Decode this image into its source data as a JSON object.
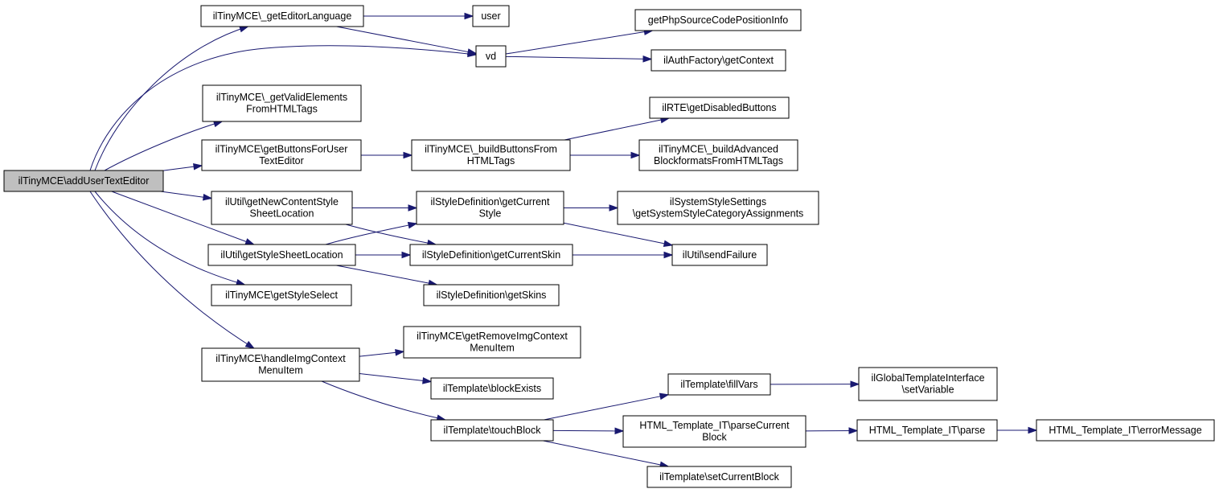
{
  "nodes": [
    {
      "id": "root",
      "lines": [
        "ilTinyMCE\\addUserTextEditor"
      ],
      "root": true
    },
    {
      "id": "getEditorLanguage",
      "lines": [
        "ilTinyMCE\\_getEditorLanguage"
      ]
    },
    {
      "id": "user",
      "lines": [
        "user"
      ]
    },
    {
      "id": "vd",
      "lines": [
        "vd"
      ]
    },
    {
      "id": "getPhpSourceCodePositionInfo",
      "lines": [
        "getPhpSourceCodePositionInfo"
      ]
    },
    {
      "id": "getContext",
      "lines": [
        "ilAuthFactory\\getContext"
      ]
    },
    {
      "id": "getValidElements",
      "lines": [
        "ilTinyMCE\\_getValidElements",
        "FromHTMLTags"
      ]
    },
    {
      "id": "getDisabledButtons",
      "lines": [
        "ilRTE\\getDisabledButtons"
      ]
    },
    {
      "id": "getButtonsForUser",
      "lines": [
        "ilTinyMCE\\getButtonsForUser",
        "TextEditor"
      ]
    },
    {
      "id": "buildButtons",
      "lines": [
        "ilTinyMCE\\_buildButtonsFrom",
        "HTMLTags"
      ]
    },
    {
      "id": "buildAdvanced",
      "lines": [
        "ilTinyMCE\\_buildAdvanced",
        "BlockformatsFromHTMLTags"
      ]
    },
    {
      "id": "getNewContentStyle",
      "lines": [
        "ilUtil\\getNewContentStyle",
        "SheetLocation"
      ]
    },
    {
      "id": "getCurrentStyle",
      "lines": [
        "ilStyleDefinition\\getCurrent",
        "Style"
      ]
    },
    {
      "id": "getSystemStyleCat",
      "lines": [
        "ilSystemStyleSettings",
        "\\getSystemStyleCategoryAssignments"
      ]
    },
    {
      "id": "getStyleSheetLocation",
      "lines": [
        "ilUtil\\getStyleSheetLocation"
      ]
    },
    {
      "id": "getCurrentSkin",
      "lines": [
        "ilStyleDefinition\\getCurrentSkin"
      ]
    },
    {
      "id": "sendFailure",
      "lines": [
        "ilUtil\\sendFailure"
      ]
    },
    {
      "id": "getStyleSelect",
      "lines": [
        "ilTinyMCE\\getStyleSelect"
      ]
    },
    {
      "id": "getSkins",
      "lines": [
        "ilStyleDefinition\\getSkins"
      ]
    },
    {
      "id": "getRemoveImg",
      "lines": [
        "ilTinyMCE\\getRemoveImgContext",
        "MenuItem"
      ]
    },
    {
      "id": "handleImg",
      "lines": [
        "ilTinyMCE\\handleImgContext",
        "MenuItem"
      ]
    },
    {
      "id": "blockExists",
      "lines": [
        "ilTemplate\\blockExists"
      ]
    },
    {
      "id": "fillVars",
      "lines": [
        "ilTemplate\\fillVars"
      ]
    },
    {
      "id": "setVariable",
      "lines": [
        "ilGlobalTemplateInterface",
        "\\setVariable"
      ]
    },
    {
      "id": "touchBlock",
      "lines": [
        "ilTemplate\\touchBlock"
      ]
    },
    {
      "id": "parseCurrentBlock",
      "lines": [
        "HTML_Template_IT\\parseCurrent",
        "Block"
      ]
    },
    {
      "id": "parse",
      "lines": [
        "HTML_Template_IT\\parse"
      ]
    },
    {
      "id": "errorMessage",
      "lines": [
        "HTML_Template_IT\\errorMessage"
      ]
    },
    {
      "id": "setCurrentBlock",
      "lines": [
        "ilTemplate\\setCurrentBlock"
      ]
    }
  ],
  "edges": [
    {
      "from": "root",
      "to": "getEditorLanguage"
    },
    {
      "from": "root",
      "to": "vd"
    },
    {
      "from": "root",
      "to": "getValidElements"
    },
    {
      "from": "root",
      "to": "getButtonsForUser"
    },
    {
      "from": "root",
      "to": "getNewContentStyle"
    },
    {
      "from": "root",
      "to": "getStyleSheetLocation"
    },
    {
      "from": "root",
      "to": "getStyleSelect"
    },
    {
      "from": "root",
      "to": "handleImg"
    },
    {
      "from": "getEditorLanguage",
      "to": "user"
    },
    {
      "from": "getEditorLanguage",
      "to": "vd"
    },
    {
      "from": "vd",
      "to": "getPhpSourceCodePositionInfo"
    },
    {
      "from": "vd",
      "to": "getContext"
    },
    {
      "from": "getButtonsForUser",
      "to": "buildButtons"
    },
    {
      "from": "buildButtons",
      "to": "getDisabledButtons"
    },
    {
      "from": "buildButtons",
      "to": "buildAdvanced"
    },
    {
      "from": "getNewContentStyle",
      "to": "getCurrentStyle"
    },
    {
      "from": "getNewContentStyle",
      "to": "getCurrentSkin"
    },
    {
      "from": "getCurrentStyle",
      "to": "getSystemStyleCat"
    },
    {
      "from": "getCurrentStyle",
      "to": "sendFailure"
    },
    {
      "from": "getStyleSheetLocation",
      "to": "getCurrentStyle"
    },
    {
      "from": "getStyleSheetLocation",
      "to": "getCurrentSkin"
    },
    {
      "from": "getStyleSheetLocation",
      "to": "getSkins"
    },
    {
      "from": "getCurrentSkin",
      "to": "sendFailure"
    },
    {
      "from": "handleImg",
      "to": "getRemoveImg"
    },
    {
      "from": "handleImg",
      "to": "blockExists"
    },
    {
      "from": "handleImg",
      "to": "touchBlock"
    },
    {
      "from": "touchBlock",
      "to": "fillVars"
    },
    {
      "from": "touchBlock",
      "to": "parseCurrentBlock"
    },
    {
      "from": "touchBlock",
      "to": "setCurrentBlock"
    },
    {
      "from": "fillVars",
      "to": "setVariable"
    },
    {
      "from": "parseCurrentBlock",
      "to": "parse"
    },
    {
      "from": "parse",
      "to": "errorMessage"
    }
  ],
  "colors": {
    "edge": "#191970",
    "root_fill": "#bfbfbf",
    "node_fill": "#ffffff",
    "border": "#000000"
  }
}
